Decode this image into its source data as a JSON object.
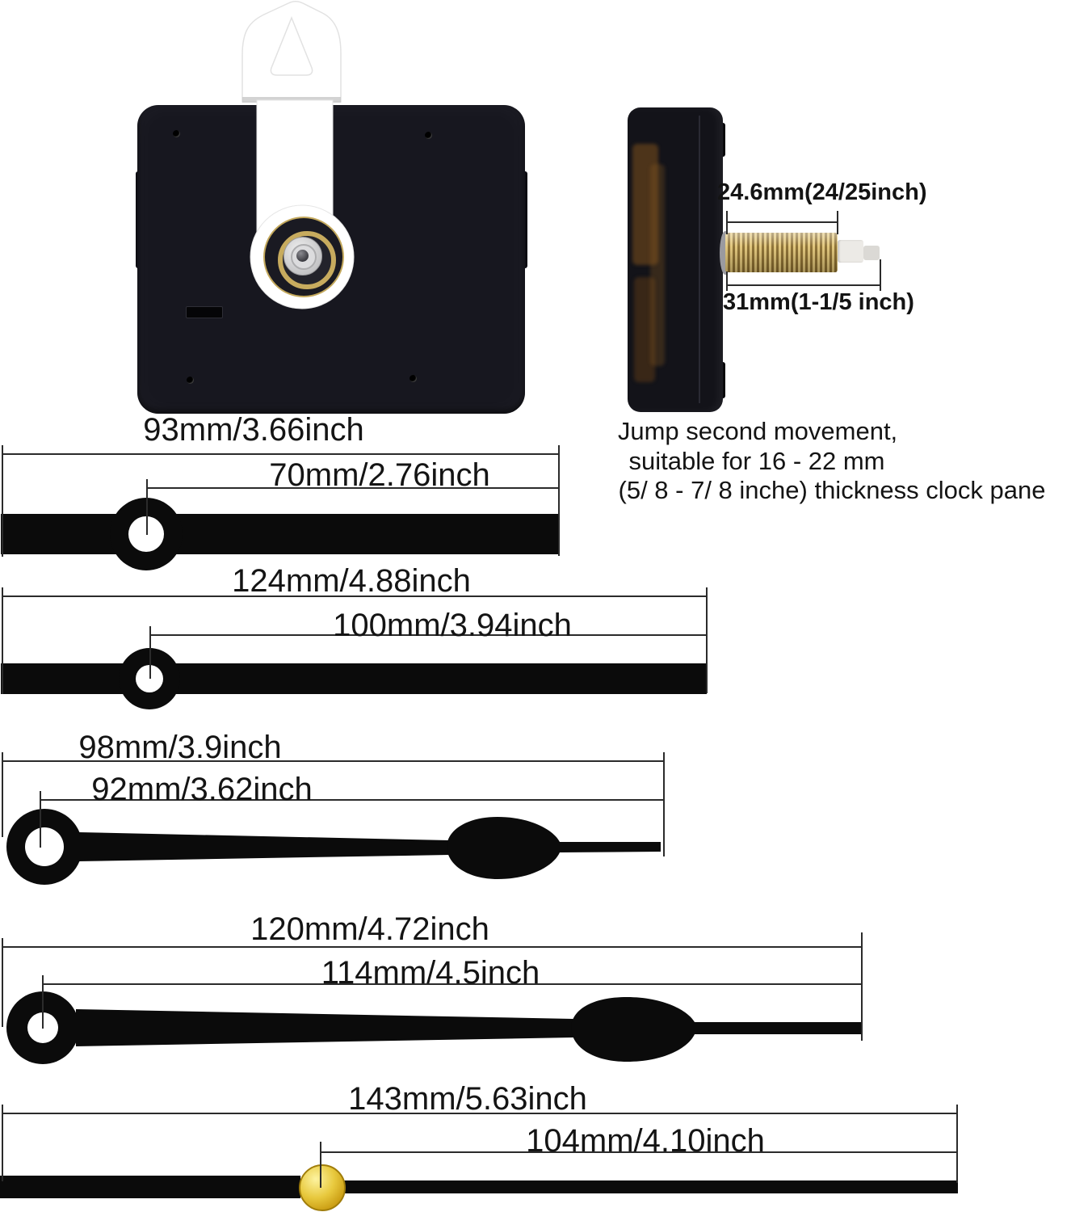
{
  "side_view": {
    "shaft_total_label": "24.6mm(24/25inch)",
    "shaft_thread_label": "31mm(1-1/5 inch)"
  },
  "caption": {
    "line1": "Jump second movement,",
    "line2": "suitable for 16 - 22 mm",
    "line3": "(5/ 8 - 7/ 8 inche) thickness clock pane"
  },
  "hands": [
    {
      "name": "straight hour hand",
      "total_length": "93mm/3.66inch",
      "tip_length": "70mm/2.76inch"
    },
    {
      "name": "straight minute hand",
      "total_length": "124mm/4.88inch",
      "tip_length": "100mm/3.94inch"
    },
    {
      "name": "spade hour hand",
      "total_length": "98mm/3.9inch",
      "tip_length": "92mm/3.62inch"
    },
    {
      "name": "spade minute hand",
      "total_length": "120mm/4.72inch",
      "tip_length": "114mm/4.5inch"
    },
    {
      "name": "second hand",
      "total_length": "143mm/5.63inch",
      "tip_length": "104mm/4.10inch"
    }
  ],
  "colors": {
    "background": "#ffffff",
    "hand_black": "#0b0b0b",
    "dim_line": "#2b2b2b",
    "text": "#141414",
    "brass": "#c9a84f",
    "gold_hub": "#e8c93e",
    "movement_body": "#17171f"
  }
}
